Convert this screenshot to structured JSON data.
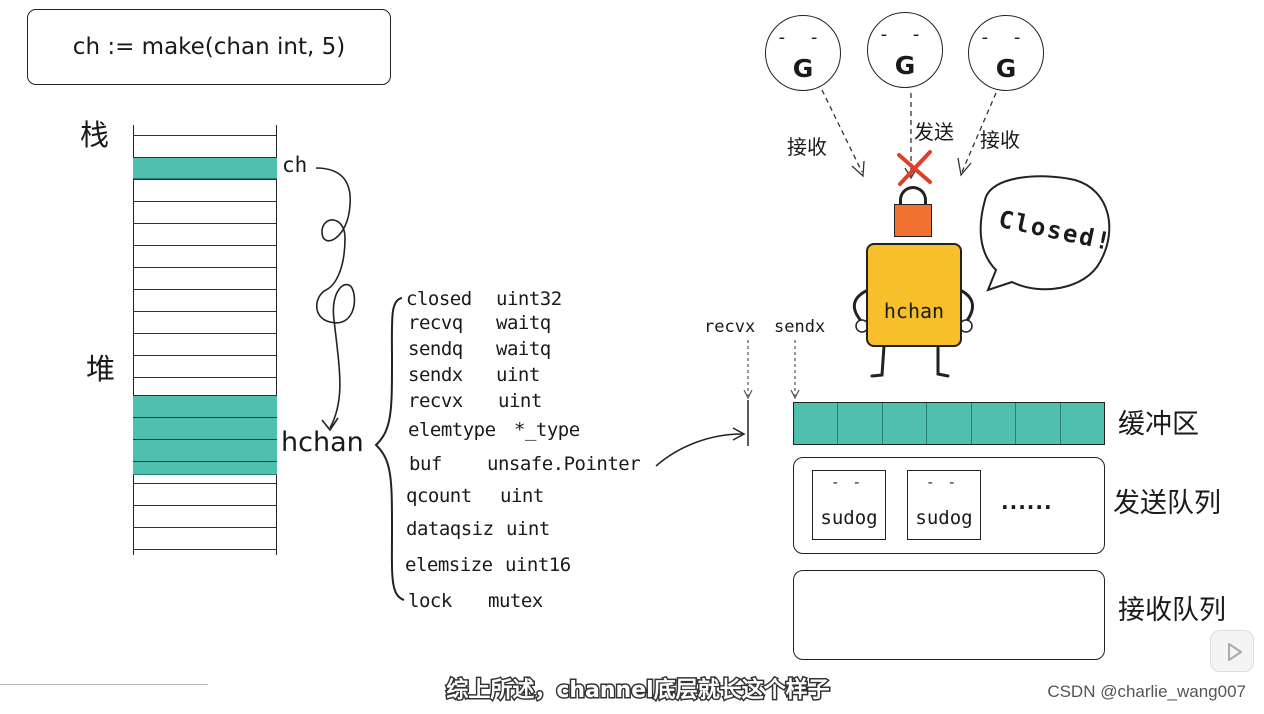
{
  "code": "ch := make(chan int, 5)",
  "labels": {
    "stack": "栈",
    "heap": "堆",
    "ch": "ch",
    "hchan": "hchan"
  },
  "fields": [
    {
      "name": "closed",
      "type": "uint32"
    },
    {
      "name": "recvq",
      "type": "waitq"
    },
    {
      "name": "sendq",
      "type": "waitq"
    },
    {
      "name": "sendx",
      "type": "uint"
    },
    {
      "name": "recvx",
      "type": "uint"
    },
    {
      "name": "elemtype",
      "type": "*_type"
    },
    {
      "name": "buf",
      "type": "unsafe.Pointer"
    },
    {
      "name": "qcount",
      "type": "uint"
    },
    {
      "name": "dataqsiz",
      "type": "uint"
    },
    {
      "name": "elemsize",
      "type": "uint16"
    },
    {
      "name": "lock",
      "type": "mutex"
    }
  ],
  "goroutines": {
    "letter": "G",
    "eyes": "- -",
    "recv_left": "接收",
    "send": "发送",
    "recv_right": "接收"
  },
  "hchan_character": {
    "name": "hchan",
    "speech": "Closed!"
  },
  "indices": {
    "recvx": "recvx",
    "sendx": "sendx"
  },
  "buffer": {
    "label": "缓冲区",
    "slots": 7
  },
  "send_queue": {
    "label": "发送队列",
    "items": [
      {
        "eyes": "- -",
        "text": "sudog"
      },
      {
        "eyes": "- -",
        "text": "sudog"
      }
    ],
    "more": "......"
  },
  "recv_queue": {
    "label": "接收队列"
  },
  "subtitle": "综上所述，channel底层就长这个样子",
  "watermark": "CSDN @charlie_wang007",
  "colors": {
    "teal": "#4fbfae",
    "lock_orange": "#f07130",
    "hchan_yellow": "#f7c02a",
    "cross_red": "#e0402a"
  }
}
